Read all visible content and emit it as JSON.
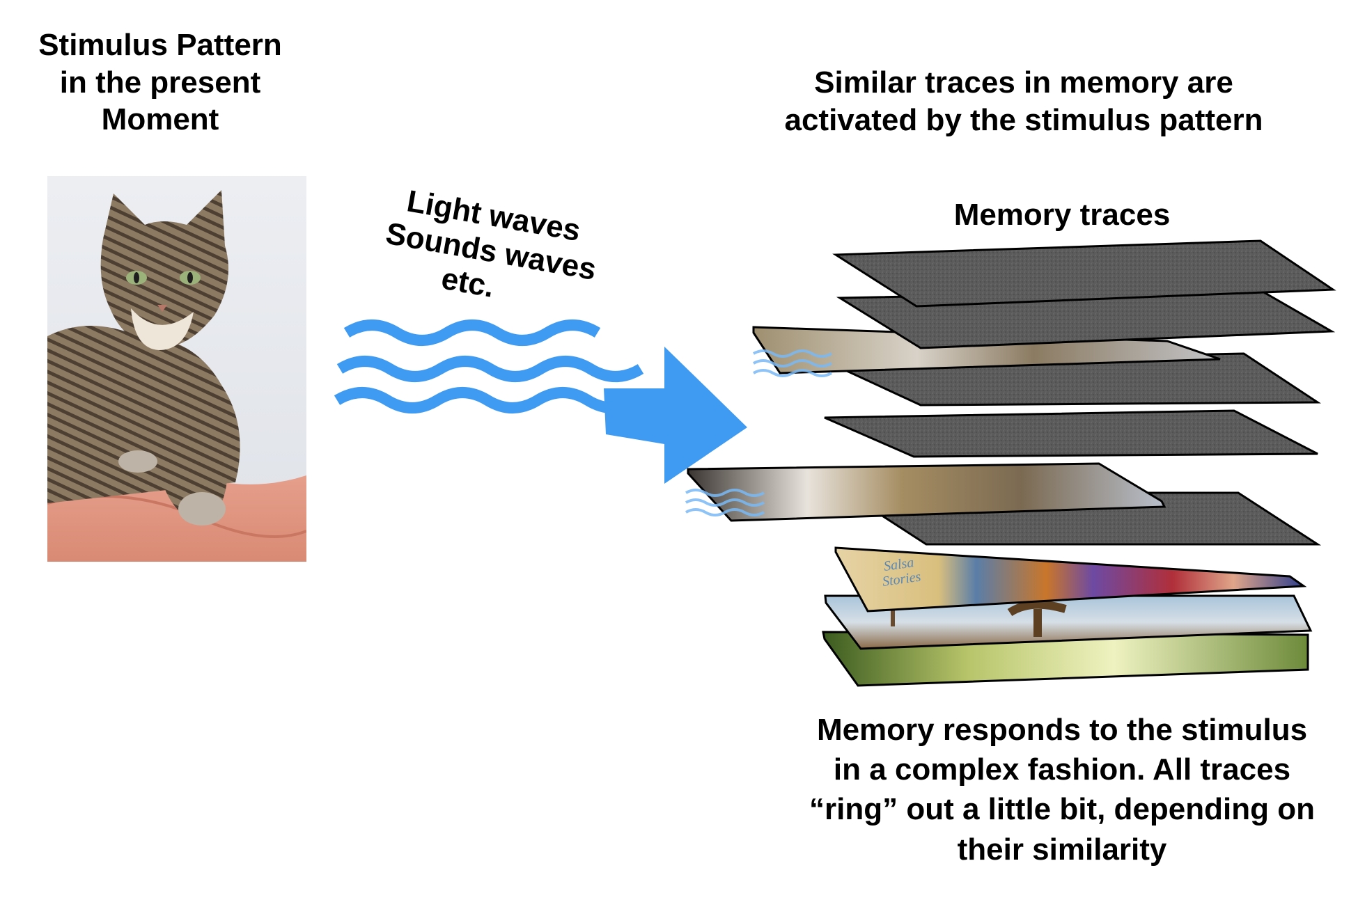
{
  "stimulus": {
    "title_lines": [
      "Stimulus Pattern",
      "in the present",
      "Moment"
    ]
  },
  "waves": {
    "label_lines": [
      "Light waves",
      "Sounds waves",
      "etc."
    ],
    "color": "#3f9bf2"
  },
  "memory": {
    "header_lines": [
      "Similar traces in memory are",
      "activated by the stimulus pattern"
    ],
    "traces_label": "Memory traces",
    "response_lines": [
      "Memory responds to the stimulus",
      "in a complex fashion. All traces",
      "“ring” out a little bit, depending on",
      "their similarity"
    ],
    "tablet_stamp_text": [
      "Salsa",
      "Stories"
    ]
  },
  "colors": {
    "arrow": "#3f9bf2",
    "gray_plate": "#5b5b5b",
    "plate_edge": "#000000"
  }
}
